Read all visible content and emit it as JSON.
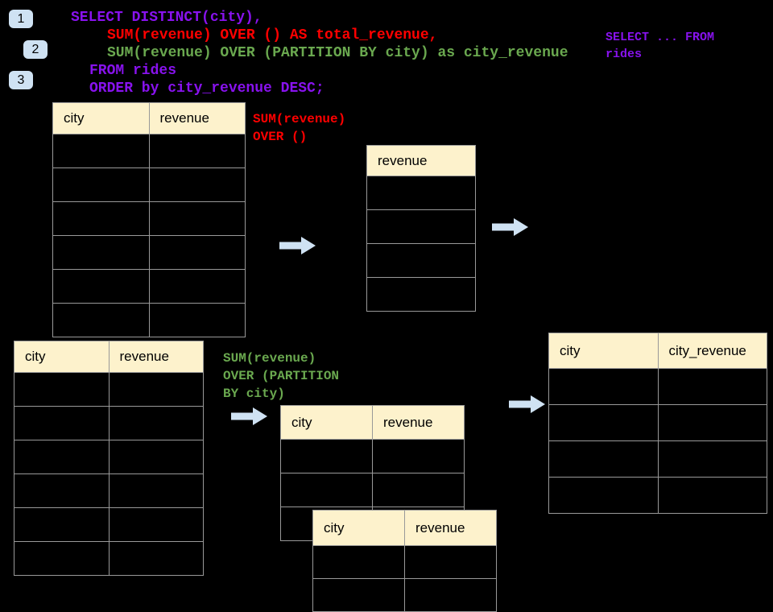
{
  "badges": [
    {
      "label": "1"
    },
    {
      "label": "2"
    },
    {
      "label": "3"
    }
  ],
  "code": {
    "line1": "SELECT DISTINCT(city),",
    "line2": "SUM(revenue) OVER () AS total_revenue,",
    "line3": "SUM(revenue) OVER (PARTITION BY city) as city_revenue",
    "line4": "FROM rides",
    "line5": "ORDER by city_revenue DESC;"
  },
  "side_note": "SELECT ... FROM\nrides",
  "labels": {
    "total_revenue_window": "SUM(revenue)\nOVER ()",
    "partition_window": "SUM(revenue)\nOVER (PARTITION\nBY city)"
  },
  "tables": {
    "source_top": {
      "headers": [
        "city",
        "revenue"
      ],
      "rows": [
        [
          "",
          ""
        ],
        [
          "",
          ""
        ],
        [
          "",
          ""
        ],
        [
          "",
          ""
        ],
        [
          "",
          ""
        ],
        [
          "",
          ""
        ]
      ]
    },
    "total_revenue_result": {
      "headers": [
        "revenue"
      ],
      "rows": [
        [
          ""
        ],
        [
          ""
        ],
        [
          ""
        ],
        [
          ""
        ]
      ]
    },
    "source_bottom": {
      "headers": [
        "city",
        "revenue"
      ],
      "rows": [
        [
          "",
          ""
        ],
        [
          "",
          ""
        ],
        [
          "",
          ""
        ],
        [
          "",
          ""
        ],
        [
          "",
          ""
        ],
        [
          "",
          ""
        ]
      ]
    },
    "partition_mid": {
      "headers": [
        "city",
        "revenue"
      ],
      "rows": [
        [
          "",
          ""
        ],
        [
          "",
          ""
        ],
        [
          "",
          ""
        ]
      ]
    },
    "partition_overlay": {
      "headers": [
        "city",
        "revenue"
      ],
      "rows": [
        [
          "",
          ""
        ],
        [
          "",
          ""
        ]
      ]
    },
    "city_revenue_result": {
      "headers": [
        "city",
        "city_revenue"
      ],
      "rows": [
        [
          "",
          ""
        ],
        [
          "",
          ""
        ],
        [
          "",
          ""
        ],
        [
          "",
          ""
        ]
      ]
    }
  },
  "colors": {
    "background": "#000000",
    "code_purple": "#8812ee",
    "code_red": "#ff0000",
    "code_green": "#6aa84f",
    "table_header_bg": "#fdf2cc",
    "table_border": "#999999",
    "badge_arrow_blue": "#cfe2f3"
  }
}
